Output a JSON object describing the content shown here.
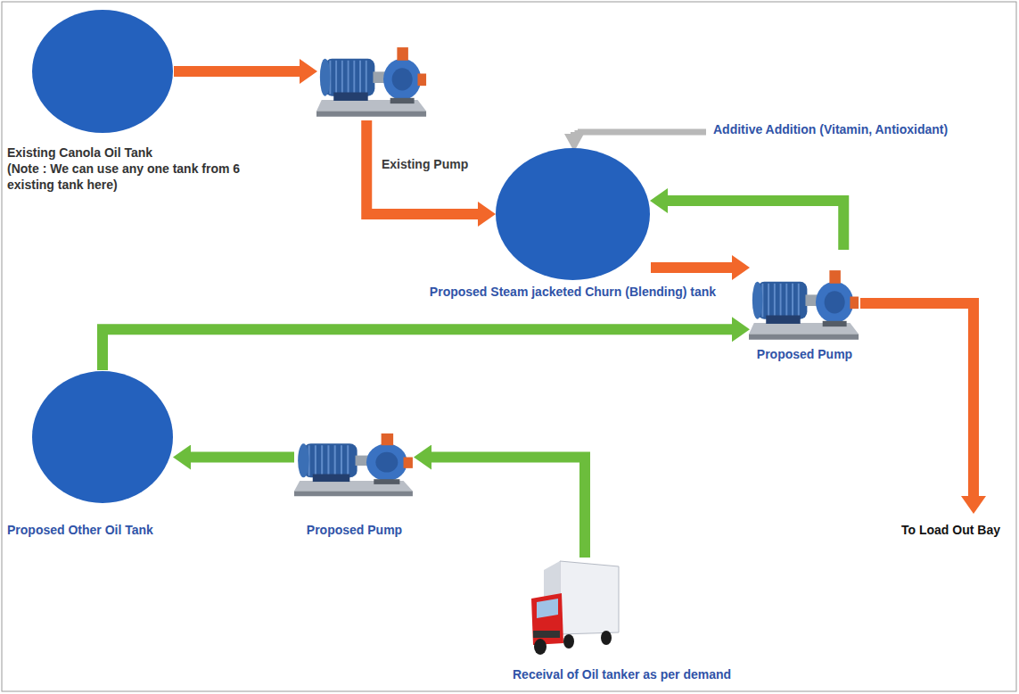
{
  "diagram": {
    "nodes": [
      {
        "text": [
          "Existing Canola Oil Tank",
          "(Note : We can use any one tank from 6 existing tank here)"
        ]
      },
      {
        "text": [
          "Existing Pump"
        ]
      },
      {
        "text": [
          "Proposed Steam jacketed Churn (Blending) tank"
        ]
      },
      {
        "text": [
          "Proposed Pump"
        ]
      },
      {
        "text": [
          "Proposed Other Oil Tank"
        ]
      },
      {
        "text": [
          "Proposed Pump"
        ]
      },
      {
        "text": [
          "Receival of Oil tanker as per demand"
        ]
      }
    ],
    "edges": [
      {
        "from": 0,
        "to": 1,
        "arrow": "to"
      },
      {
        "from": 1,
        "to": 2,
        "arrow": "to"
      },
      {
        "from": 2,
        "to": 3,
        "arrow": "to"
      },
      {
        "from": 3,
        "to": 2,
        "arrow": "to"
      },
      {
        "from": 4,
        "to": 3,
        "arrow": "to"
      },
      {
        "from": 6,
        "to": 5,
        "arrow": "to"
      },
      {
        "from": 5,
        "to": 4,
        "arrow": "to"
      }
    ],
    "labels": [
      "Additive Addition (Vitamin, Antioxidant)",
      "To Load Out Bay"
    ]
  }
}
